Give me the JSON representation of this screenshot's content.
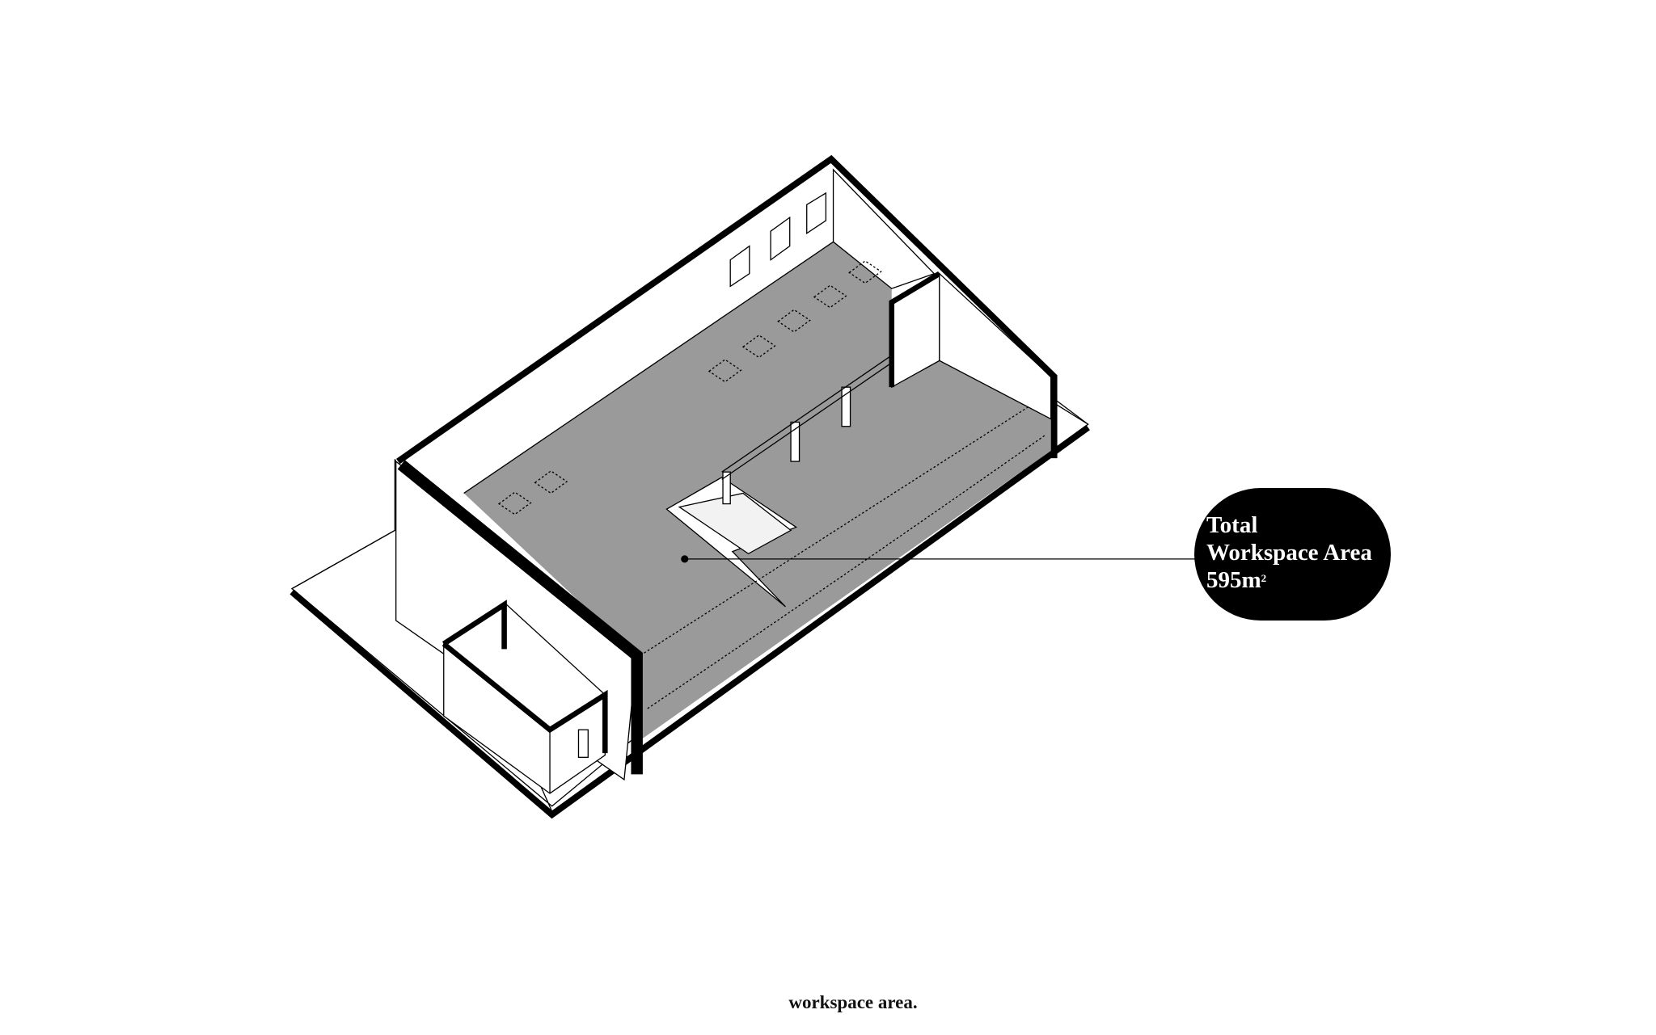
{
  "diagram": {
    "type": "isometric floor plan",
    "highlight_color": "#9a9a9a",
    "callout": {
      "line1": "Total",
      "line2": "Workspace Area",
      "value": "595m",
      "unit_superscript": "2"
    },
    "caption": "workspace area."
  }
}
